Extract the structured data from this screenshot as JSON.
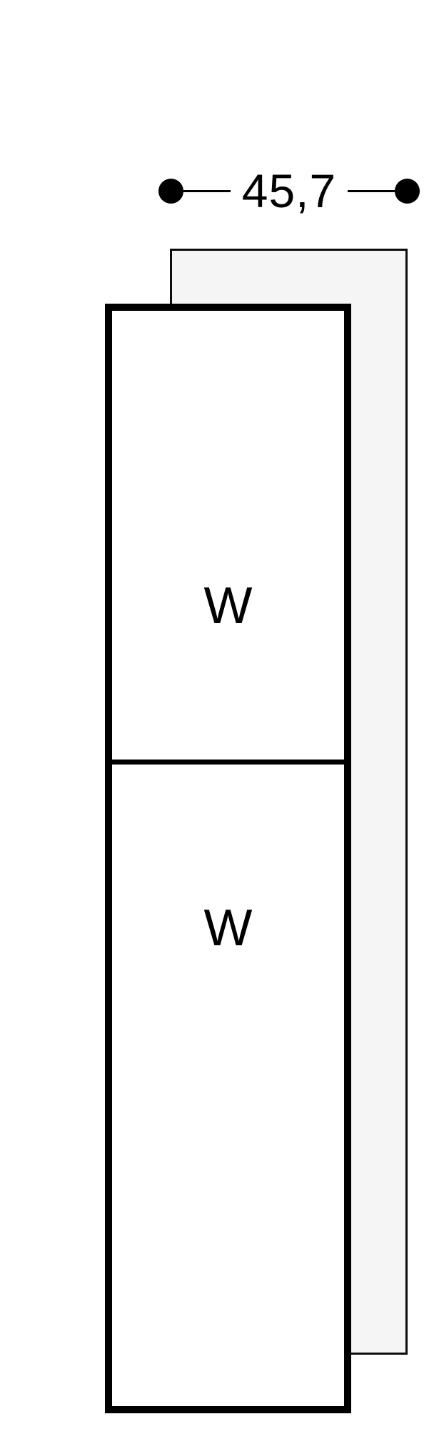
{
  "colors": {
    "background": "#ffffff",
    "stroke": "#000000",
    "panel-fill": "#f5f5f5",
    "panel-stroke": "#0d0d0d"
  },
  "dimension": {
    "label": "45,7"
  },
  "compartments": [
    {
      "label": "W"
    },
    {
      "label": "W"
    }
  ]
}
